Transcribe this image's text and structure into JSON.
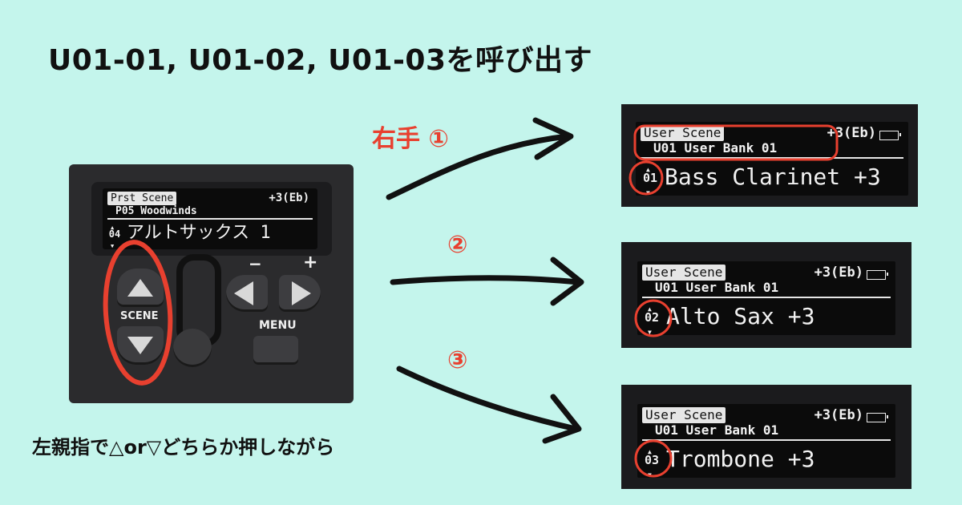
{
  "title": "U01-01, U01-02, U01-03を呼び出す",
  "caption": "左親指で△or▽どちらか押しながら",
  "steps": {
    "step1": "右手 ①",
    "step2": "②",
    "step3": "③"
  },
  "device": {
    "scene_tag": "Prst Scene",
    "transpose": "+3(Eb)",
    "bank": "P05 Woodwinds",
    "number": "04",
    "patch": "アルトサックス 1",
    "minus_label": "−",
    "plus_label": "+",
    "scene_label": "SCENE",
    "menu_label": "MENU"
  },
  "screens": [
    {
      "scene_tag": "User Scene",
      "transpose": "+3(Eb)",
      "bank": "U01 User Bank 01",
      "number": "01",
      "patch": "Bass Clarinet +3"
    },
    {
      "scene_tag": "User Scene",
      "transpose": "+3(Eb)",
      "bank": "U01 User Bank 01",
      "number": "02",
      "patch": "Alto Sax +3"
    },
    {
      "scene_tag": "User Scene",
      "transpose": "+3(Eb)",
      "bank": "U01 User Bank 01",
      "number": "03",
      "patch": "Trombone +3"
    }
  ],
  "colors": {
    "background": "#c4f5ec",
    "annotation_red": "#e8402f"
  }
}
